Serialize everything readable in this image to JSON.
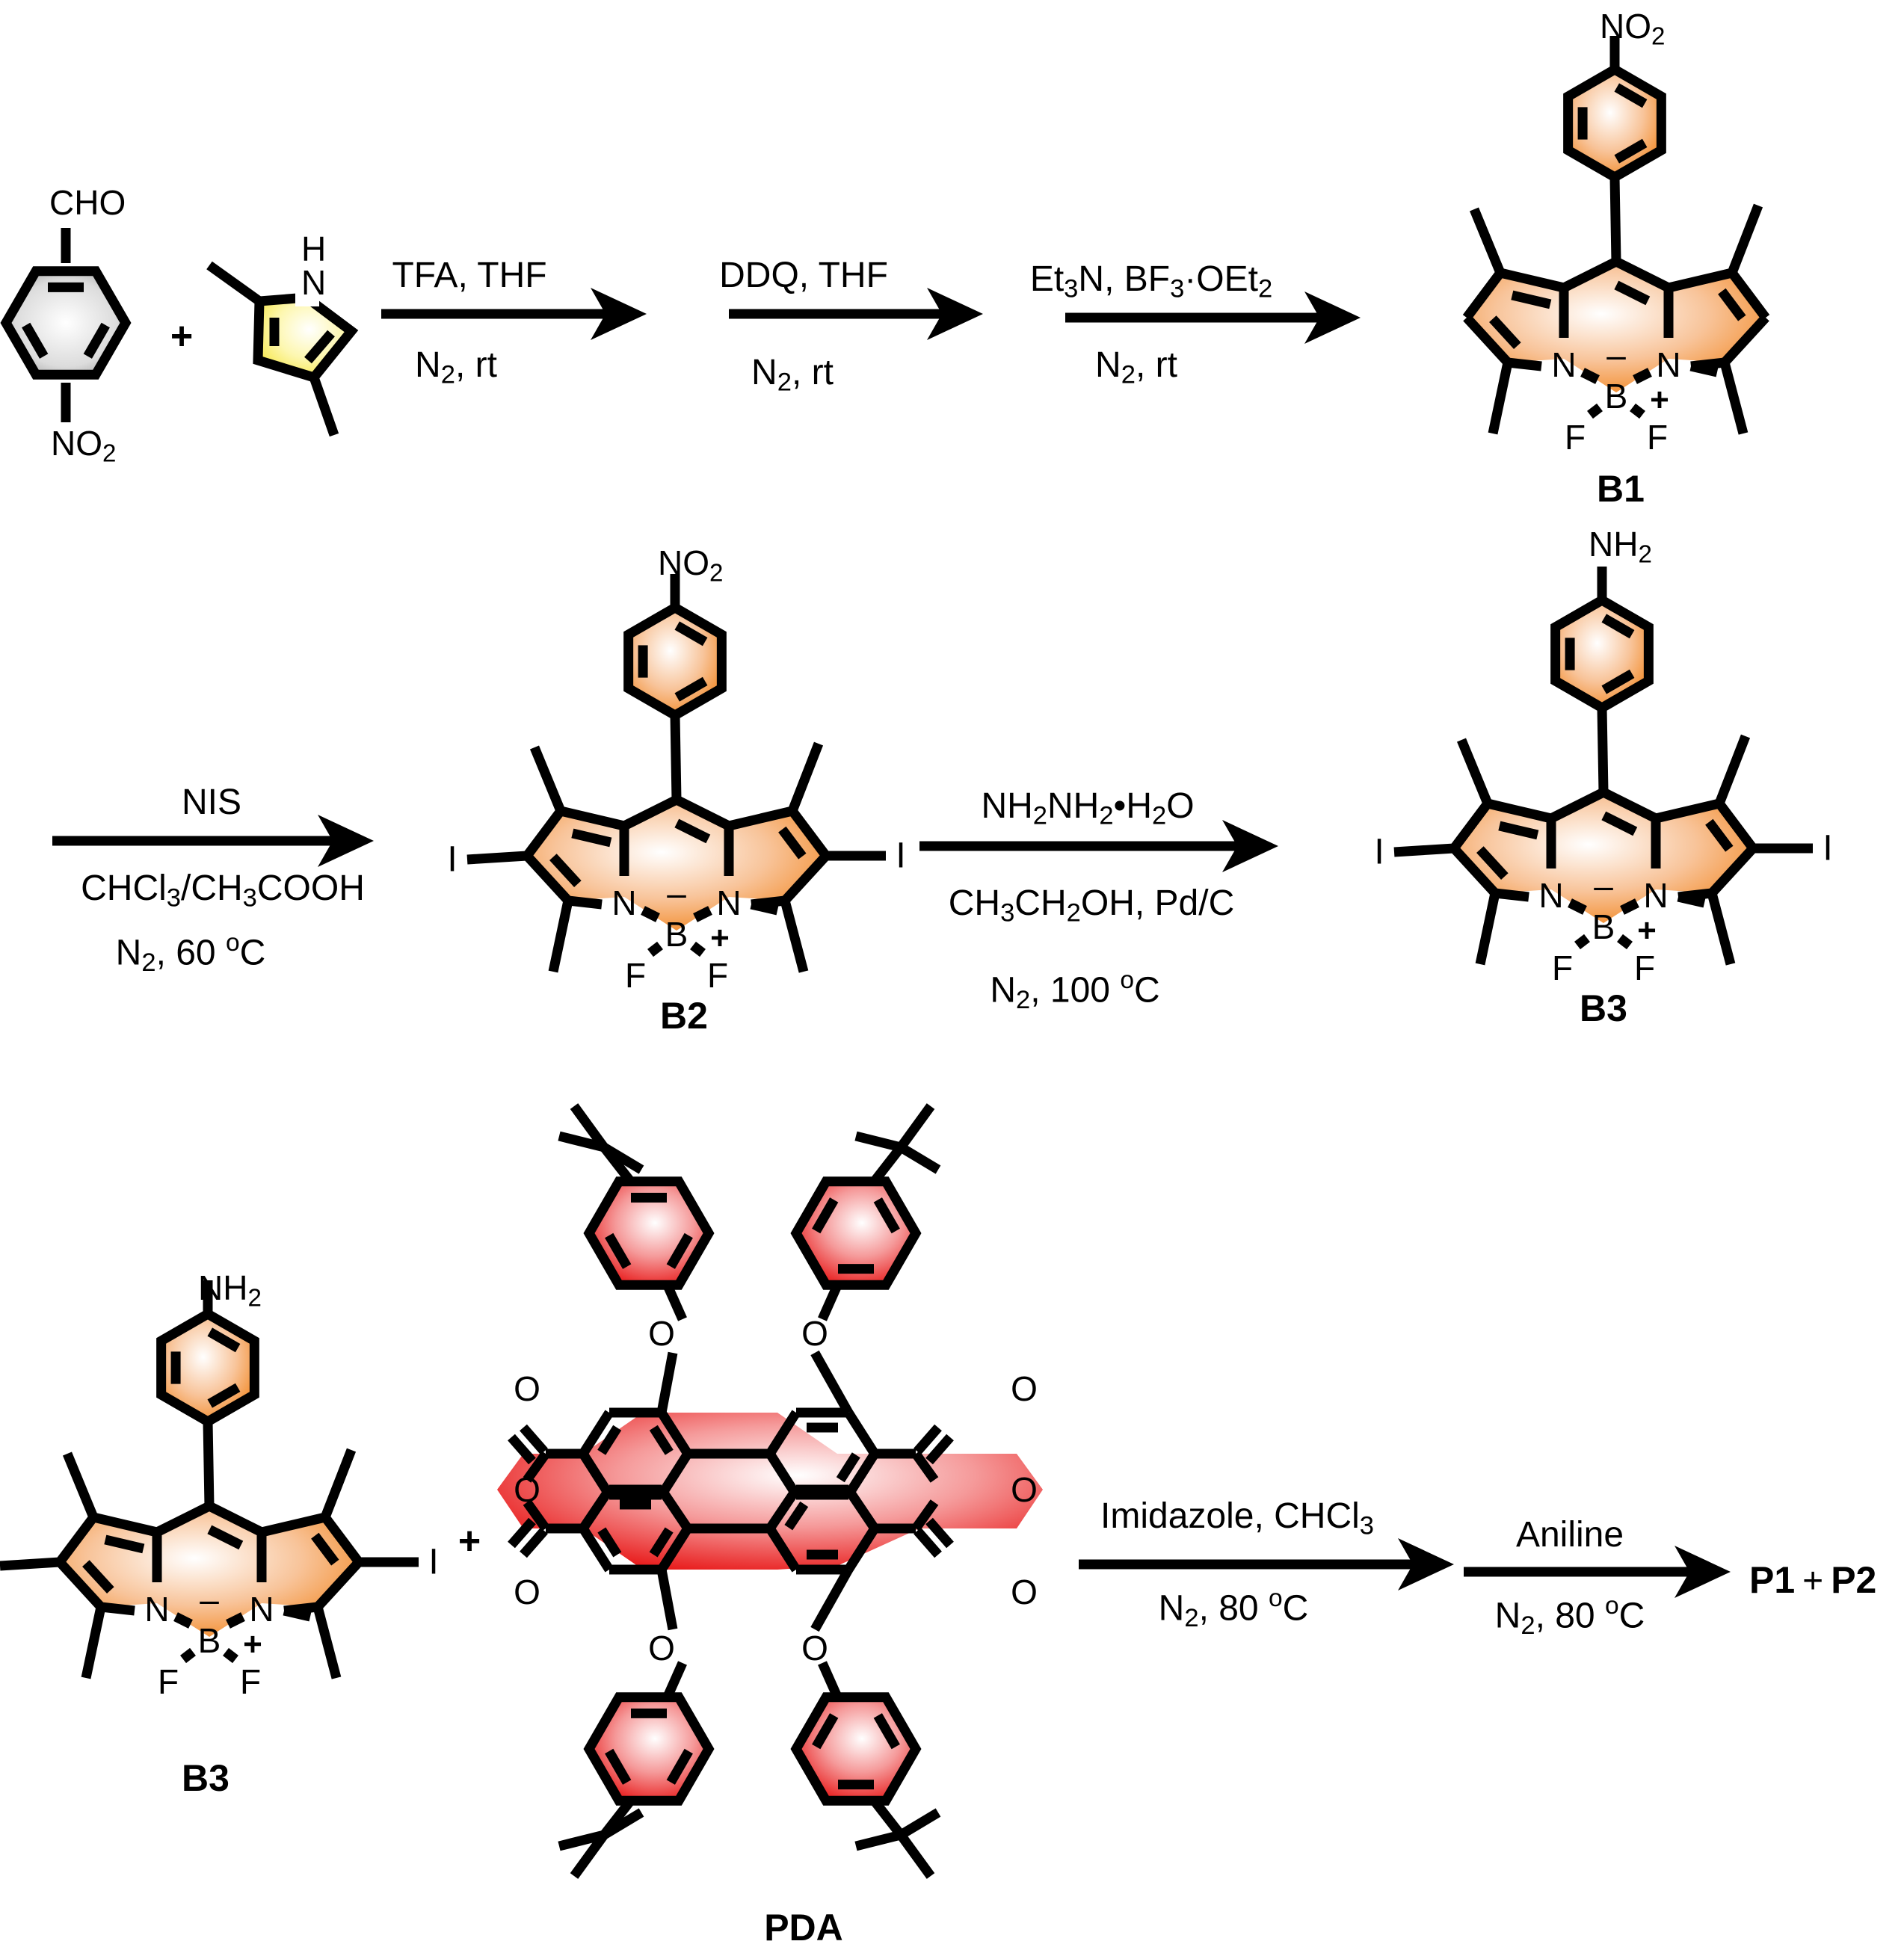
{
  "figure": {
    "type": "synthetic scheme",
    "colors": {
      "bodipy_fill": "#f39234",
      "pyrrole_fill": "#fbf17a",
      "benzaldehyde_fill": "#b8b8b8",
      "pda_fill": "#ee1c1c",
      "bond": "#000000"
    }
  },
  "row1": {
    "reactant1": {
      "top_group": "CHO",
      "bottom_group_main": "NO",
      "bottom_group_sub": "2"
    },
    "plus": "+",
    "reactant2": {
      "nh_label": "H",
      "n_label": "N"
    },
    "arrow1": {
      "above": "TFA, THF",
      "below_main": "N",
      "below_sub": "2",
      "below_rest": ", rt"
    },
    "arrow2": {
      "above": "DDQ, THF",
      "below_main": "N",
      "below_sub": "2",
      "below_rest": ", rt"
    },
    "arrow3": {
      "above_parts": [
        "Et",
        "3",
        "N, BF",
        "3",
        "·OEt",
        "2"
      ],
      "below_main": "N",
      "below_sub": "2",
      "below_rest": ", rt"
    },
    "product": {
      "name": "B1",
      "substituent_main": "NO",
      "substituent_sub": "2"
    }
  },
  "row2": {
    "arrow1": {
      "above": "NIS",
      "mid_parts": [
        "CHCl",
        "3",
        "/CH",
        "3",
        "COOH"
      ],
      "below_main": "N",
      "below_sub": "2",
      "below_rest": ", 60 ",
      "below_deg": "o",
      "below_unit": "C"
    },
    "intermediate": {
      "name": "B2",
      "substituent_main": "NO",
      "substituent_sub": "2",
      "halogen": "I"
    },
    "arrow2": {
      "above_parts": [
        "NH",
        "2",
        "NH",
        "2",
        "•H",
        "2",
        "O"
      ],
      "mid_parts": [
        "CH",
        "3",
        "CH",
        "2",
        "OH, Pd/C"
      ],
      "below_main": "N",
      "below_sub": "2",
      "below_rest": ", 100 ",
      "below_deg": "o",
      "below_unit": "C"
    },
    "product": {
      "name": "B3",
      "substituent_main": "NH",
      "substituent_sub": "2",
      "halogen": "I"
    }
  },
  "row3": {
    "reactant1": {
      "name": "B3",
      "substituent_main": "NH",
      "substituent_sub": "2",
      "halogen": "I"
    },
    "plus": "+",
    "reactant2": {
      "name": "PDA",
      "oxygen": "O"
    },
    "arrow1": {
      "above_parts": [
        "Imidazole, CHCl",
        "3"
      ],
      "below_main": "N",
      "below_sub": "2",
      "below_rest": ", 80 ",
      "below_deg": "o",
      "below_unit": "C"
    },
    "arrow2": {
      "above": "Aniline",
      "below_main": "N",
      "below_sub": "2",
      "below_rest": ", 80 ",
      "below_deg": "o",
      "below_unit": "C"
    },
    "products": {
      "p1": "P1",
      "plus": "+",
      "p2": "P2"
    }
  },
  "bodipy_atoms": {
    "n": "N",
    "b": "B",
    "f": "F",
    "minus": "–",
    "plus": "+"
  }
}
